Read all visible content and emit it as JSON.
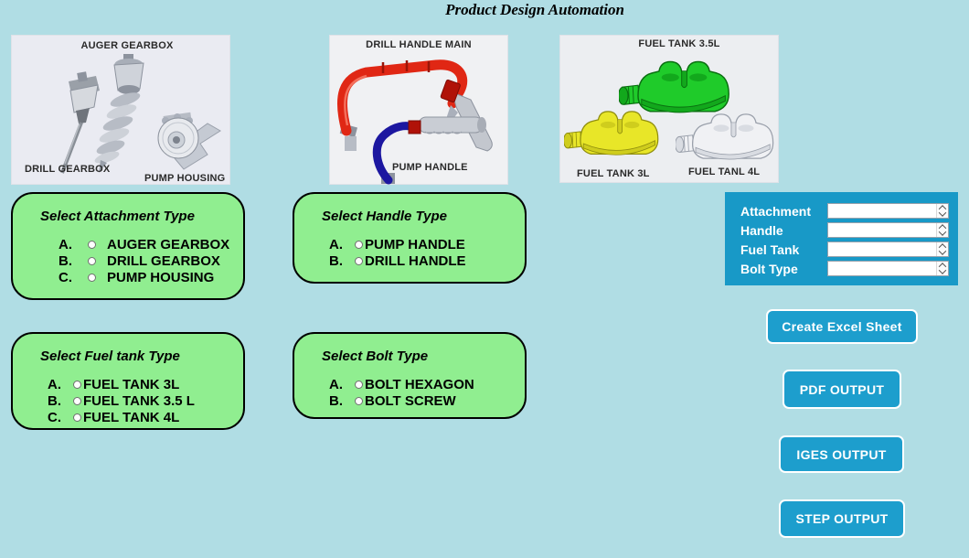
{
  "title": "Product Design Automation",
  "image_panels": {
    "attachment": {
      "label_top": "AUGER GEARBOX",
      "label_bottom_left": "DRILL GEARBOX",
      "label_bottom_right": "PUMP HOUSING"
    },
    "handle": {
      "label_top": "DRILL HANDLE MAIN",
      "label_bottom": "PUMP HANDLE"
    },
    "fuel_tank": {
      "label_top": "FUEL TANK 3.5L",
      "label_bottom_left": "FUEL TANK 3L",
      "label_bottom_right": "FUEL TANL 4L"
    }
  },
  "selection_boxes": {
    "attachment": {
      "title": "Select Attachment Type",
      "options": [
        {
          "letter": "A.",
          "label": "AUGER GEARBOX",
          "selected": false
        },
        {
          "letter": "B.",
          "label": "DRILL GEARBOX",
          "selected": false
        },
        {
          "letter": "C.",
          "label": "PUMP HOUSING",
          "selected": false
        }
      ]
    },
    "handle": {
      "title": "Select Handle Type",
      "options": [
        {
          "letter": "A.",
          "label": "PUMP HANDLE",
          "selected": false
        },
        {
          "letter": "B.",
          "label": "DRILL HANDLE",
          "selected": false
        }
      ]
    },
    "fuel_tank": {
      "title": "Select Fuel tank Type",
      "options": [
        {
          "letter": "A.",
          "label": "FUEL TANK 3L",
          "selected": false
        },
        {
          "letter": "B.",
          "label": "FUEL TANK 3.5 L",
          "selected": false
        },
        {
          "letter": "C.",
          "label": "FUEL TANK 4L",
          "selected": false
        }
      ]
    },
    "bolt": {
      "title": "Select Bolt Type",
      "options": [
        {
          "letter": "A.",
          "label": "BOLT HEXAGON",
          "selected": false
        },
        {
          "letter": "B.",
          "label": "BOLT SCREW",
          "selected": false
        }
      ]
    }
  },
  "summary_panel": {
    "rows": [
      {
        "label": "Attachment",
        "value": ""
      },
      {
        "label": "Handle",
        "value": ""
      },
      {
        "label": "Fuel Tank",
        "value": ""
      },
      {
        "label": "Bolt Type",
        "value": ""
      }
    ]
  },
  "action_buttons": {
    "excel": "Create Excel Sheet",
    "pdf": "PDF OUTPUT",
    "iges": "IGES OUTPUT",
    "step": "STEP OUTPUT"
  },
  "colors": {
    "background": "#b0dde4",
    "selection_box_green": "#90ee90",
    "summary_panel_blue": "#1899c7",
    "button_blue": "#1d9ecd",
    "image_panel_bg": "#eceef1",
    "handle_red": "#e02714",
    "handle_blue": "#1c17a0",
    "tank_green": "#1fcb2a",
    "tank_yellow": "#e8e628",
    "tank_white": "#f0f1f4"
  }
}
